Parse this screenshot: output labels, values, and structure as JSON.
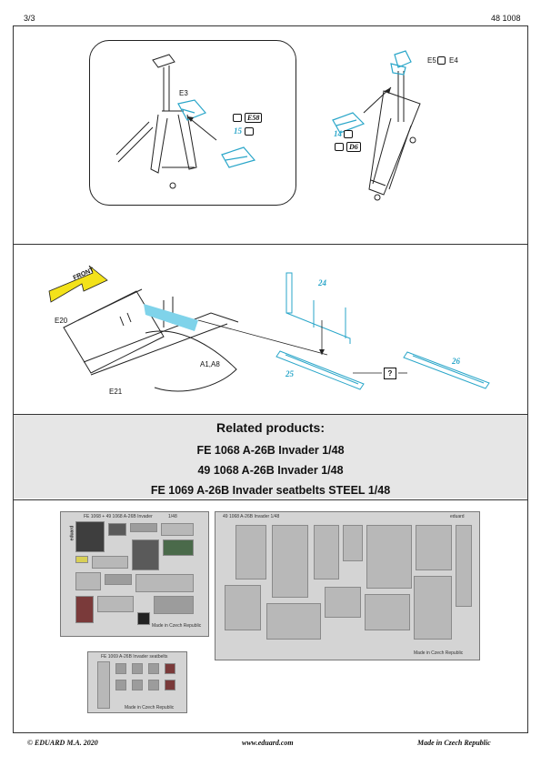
{
  "header": {
    "page": "3/3",
    "code": "48 1008"
  },
  "step1": {
    "e3": "E3",
    "e58": "E58",
    "n15": "15"
  },
  "step2": {
    "e5": "E5",
    "e4": "E4",
    "n14": "14",
    "d6": "D6"
  },
  "step3": {
    "front": "FRONT",
    "e20": "E20",
    "e21": "E21",
    "a1a8": "A1,A8",
    "n24": "24",
    "n25": "25",
    "n26": "26",
    "question": "?"
  },
  "related": {
    "heading": "Related products:",
    "items": [
      "FE 1068 A-26B Invader 1/48",
      "49 1068 A-26B Invader 1/48",
      "FE 1069 A-26B Invader seatbelts STEEL 1/48"
    ]
  },
  "sheets": {
    "sheet1_title": "FE 1068 + 49 1068 A-26B Invader",
    "sheet1_scale": "1/48",
    "sheet1_brand": "eduard",
    "sheet1_made": "Made in Czech Republic",
    "sheet2_title": "49 1068 A-26B Invader 1/48",
    "sheet2_brand": "eduard",
    "sheet2_made": "Made in Czech Republic",
    "sheet3_title": "FE 1069 A-26B Invader seatbelts",
    "sheet3_made": "Made in Czech Republic"
  },
  "footer": {
    "copyright": "© EDUARD M.A. 2020",
    "url": "www.eduard.com",
    "made": "Made in Czech Republic"
  },
  "colors": {
    "accent_cyan": "#2aa6c9",
    "arrow_yellow": "#f3e21a",
    "related_band": "#e6e6e6"
  }
}
